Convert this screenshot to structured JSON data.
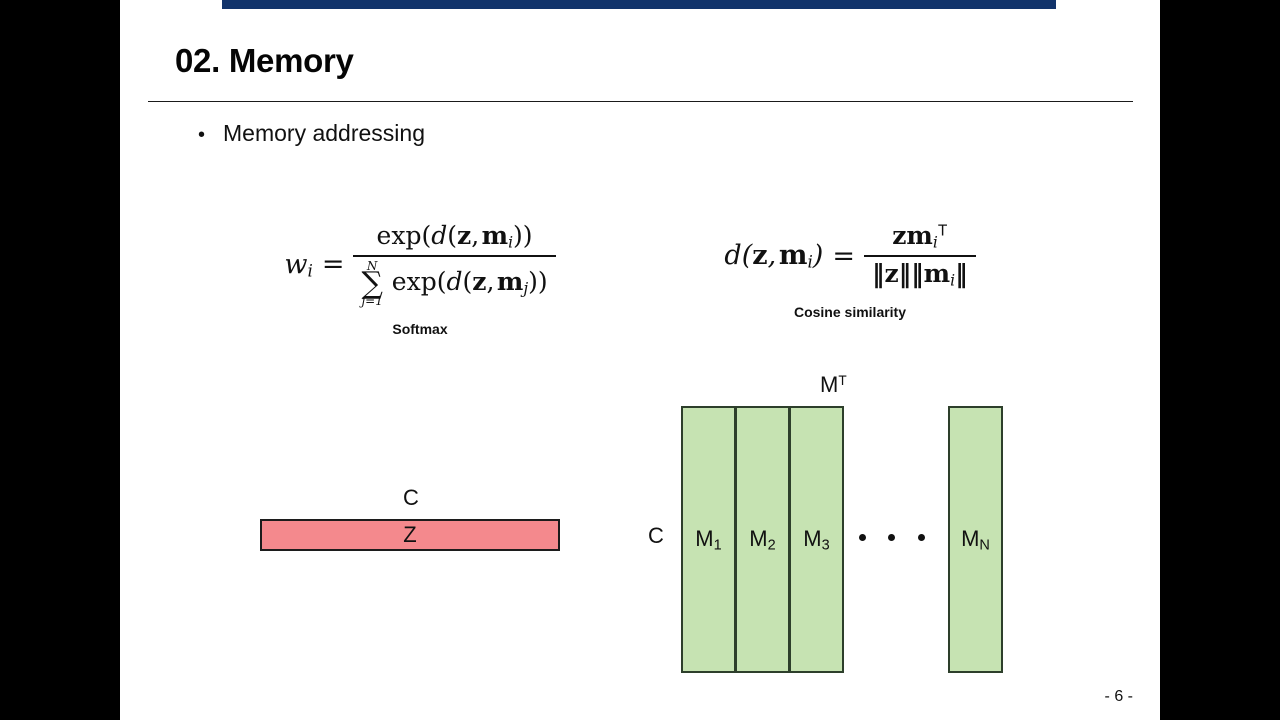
{
  "slide": {
    "title": "02. Memory",
    "bullet_marker": "•",
    "bullet_text": "Memory addressing",
    "page_number": "- 6 -",
    "accent_color": "#12346b",
    "memory_box_color": "#c6e3b2",
    "query_box_color": "#f4898d"
  },
  "formulas": {
    "softmax": {
      "caption": "Softmax",
      "lhs": "w",
      "lhs_sub": "i",
      "equals": "=",
      "numerator": "exp(d(z, m_i))",
      "denominator": "∑_{j=1}^{N} exp(d(z, m_j))",
      "sum_upper": "N",
      "sum_lower": "j=1",
      "latex": "w_i = \\frac{\\exp(d(\\mathbf{z},\\mathbf{m}_i))}{\\sum_{j=1}^{N}\\exp(d(\\mathbf{z},\\mathbf{m}_j))}"
    },
    "cosine": {
      "caption": "Cosine similarity",
      "lhs": "d(z, m_i)",
      "equals": "=",
      "numerator": "zm_i^T",
      "denominator": "||z|| ||m_i||",
      "latex": "d(\\mathbf{z},\\mathbf{m}_i) = \\frac{\\mathbf{z}\\mathbf{m}_i^{\\mathsf{T}}}{\\|\\mathbf{z}\\|\\|\\mathbf{m}_i\\|}"
    }
  },
  "diagram": {
    "query": {
      "dim_label": "C",
      "box_label": "Z"
    },
    "memory": {
      "matrix_label": "M",
      "matrix_label_sup": "T",
      "dim_label": "C",
      "columns": [
        {
          "label": "M",
          "sub": "1"
        },
        {
          "label": "M",
          "sub": "2"
        },
        {
          "label": "M",
          "sub": "3"
        },
        {
          "label": "M",
          "sub": "N"
        }
      ],
      "ellipsis": "• • •"
    }
  }
}
